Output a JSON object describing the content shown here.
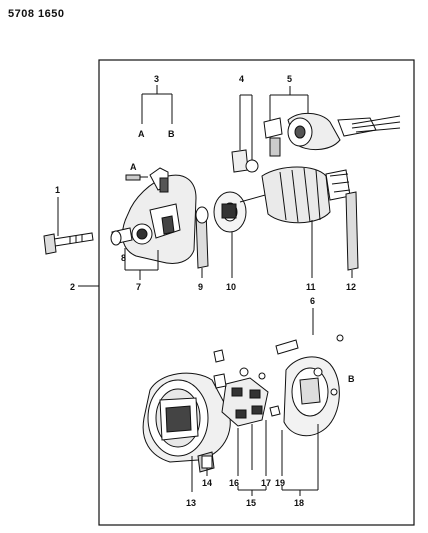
{
  "header": {
    "code": "5708 1650"
  },
  "callouts": {
    "c1": "1",
    "c2": "2",
    "c3": "3",
    "c4": "4",
    "c5": "5",
    "c6": "6",
    "c7": "7",
    "c8": "8",
    "c9": "9",
    "c10": "10",
    "c11": "11",
    "c12": "12",
    "c13": "13",
    "c14": "14",
    "c15": "15",
    "c16": "16",
    "c17": "17",
    "c18": "18",
    "c19": "19",
    "a_top": "A",
    "b_top": "B",
    "a_bolt": "A",
    "b_right": "B"
  }
}
